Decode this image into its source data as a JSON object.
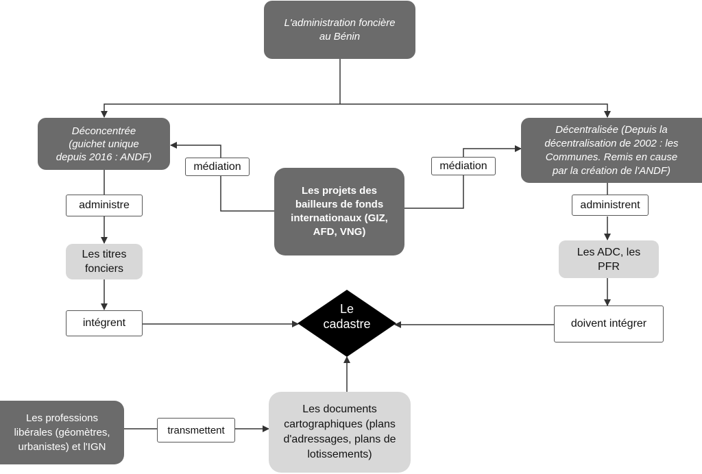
{
  "nodes": {
    "top": "L'administration foncière\nau Bénin",
    "deconcentree": "Déconcentrée\n(guichet unique\ndepuis 2016 : ANDF)",
    "decentralisee": "Décentralisée (Depuis la\ndécentralisation de 2002 : les\nCommunes. Remis en cause\npar la création de l'ANDF)",
    "projets": "Les projets des\nbailleurs de fonds\ninternationaux (GIZ,\nAFD, VNG)",
    "titres": "Les titres\nfonciers",
    "adc": "Les ADC, les\nPFR",
    "cadastre": "Le\ncadastre",
    "professions": "Les professions\nlibérales (géomètres,\nurbanistes) et l'IGN",
    "documents": "Les documents\ncartographiques (plans\nd'adressages, plans de\nlotissements)"
  },
  "labels": {
    "mediation_left": "médiation",
    "mediation_right": "médiation",
    "administre": "administre",
    "administrent": "administrent",
    "integrent": "intégrent",
    "doivent_integrer": "doivent intégrer",
    "transmettent": "transmettent"
  },
  "colors": {
    "dark_node": "#6b6b6b",
    "light_node": "#d8d8d8",
    "diamond": "#000000",
    "line": "#333333"
  }
}
